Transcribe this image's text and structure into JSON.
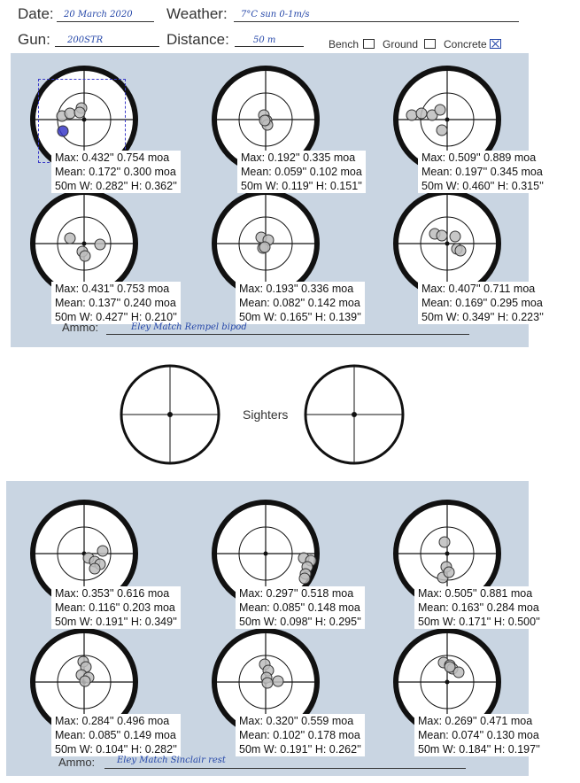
{
  "header": {
    "date_label": "Date:",
    "date_value": "20 March 2020",
    "weather_label": "Weather:",
    "weather_value": "7°C sun 0-1m/s",
    "gun_label": "Gun:",
    "gun_value": "200STR",
    "distance_label": "Distance:",
    "distance_value": "50 m",
    "positions": [
      {
        "label": "Bench",
        "checked": false
      },
      {
        "label": "Ground",
        "checked": false
      },
      {
        "label": "Concrete",
        "checked": true
      }
    ]
  },
  "panel1": {
    "targets": [
      {
        "max": "Max: 0.432'' 0.754 moa",
        "mean": "Mean: 0.172'' 0.300 moa",
        "size": "50m  W: 0.282'' H: 0.362''"
      },
      {
        "max": "Max: 0.192'' 0.335 moa",
        "mean": "Mean: 0.059'' 0.102 moa",
        "size": "50m  W: 0.119'' H: 0.151''"
      },
      {
        "max": "Max: 0.509'' 0.889 moa",
        "mean": "Mean: 0.197'' 0.345 moa",
        "size": "50m  W: 0.460'' H: 0.315''"
      },
      {
        "max": "Max: 0.431'' 0.753 moa",
        "mean": "Mean: 0.137'' 0.240 moa",
        "size": "50m  W: 0.427'' H: 0.210''"
      },
      {
        "max": "Max: 0.193'' 0.336 moa",
        "mean": "Mean: 0.082'' 0.142 moa",
        "size": "50m  W: 0.165'' H: 0.139''"
      },
      {
        "max": "Max: 0.407'' 0.711 moa",
        "mean": "Mean: 0.169'' 0.295 moa",
        "size": "50m  W: 0.349'' H: 0.223''"
      }
    ],
    "ammo_label": "Ammo:",
    "ammo_value": "Eley Match   Rempel bipod"
  },
  "sighters_label": "Sighters",
  "panel2": {
    "targets": [
      {
        "max": "Max: 0.353'' 0.616 moa",
        "mean": "Mean: 0.116'' 0.203 moa",
        "size": "50m  W: 0.191'' H: 0.349''"
      },
      {
        "max": "Max: 0.297'' 0.518 moa",
        "mean": "Mean: 0.085'' 0.148 moa",
        "size": "50m  W: 0.098'' H: 0.295''"
      },
      {
        "max": "Max: 0.505'' 0.881 moa",
        "mean": "Mean: 0.163'' 0.284 moa",
        "size": "50m  W: 0.171'' H: 0.500''"
      },
      {
        "max": "Max: 0.284'' 0.496 moa",
        "mean": "Mean: 0.085'' 0.149 moa",
        "size": "50m  W: 0.104'' H: 0.282''"
      },
      {
        "max": "Max: 0.320'' 0.559 moa",
        "mean": "Mean: 0.102'' 0.178 moa",
        "size": "50m  W: 0.191'' H: 0.262''"
      },
      {
        "max": "Max: 0.269'' 0.471 moa",
        "mean": "Mean: 0.074'' 0.130 moa",
        "size": "50m  W: 0.184'' H: 0.197''"
      }
    ],
    "ammo_label": "Ammo:",
    "ammo_value": "Eley Match   Sinclair   rest"
  },
  "colors": {
    "panel_bg": "#c9d5e2",
    "ink": "#2446a8",
    "highlight_shot": "#3a3ac8"
  }
}
